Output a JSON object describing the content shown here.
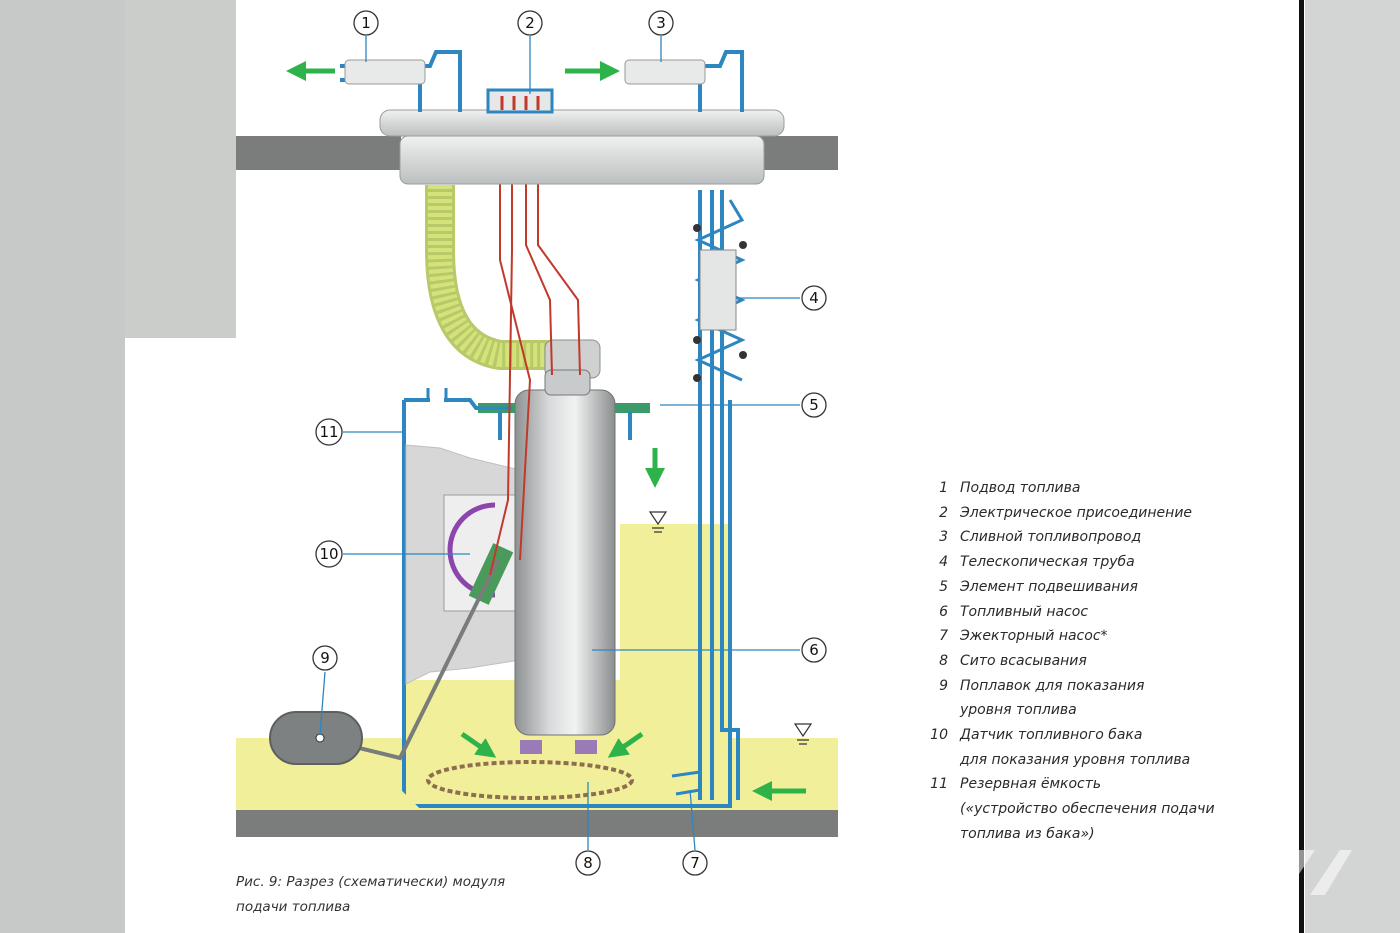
{
  "callouts": [
    "1",
    "2",
    "3",
    "4",
    "5",
    "6",
    "7",
    "8",
    "9",
    "10",
    "11"
  ],
  "legend": [
    {
      "num": "1",
      "lines": [
        "Подвод топлива"
      ]
    },
    {
      "num": "2",
      "lines": [
        "Электрическое присоединение"
      ]
    },
    {
      "num": "3",
      "lines": [
        "Сливной топливопровод"
      ]
    },
    {
      "num": "4",
      "lines": [
        "Телескопическая труба"
      ]
    },
    {
      "num": "5",
      "lines": [
        "Элемент подвешивания"
      ]
    },
    {
      "num": "6",
      "lines": [
        "Топливный насос"
      ]
    },
    {
      "num": "7",
      "lines": [
        "Эжекторный насос*"
      ]
    },
    {
      "num": "8",
      "lines": [
        "Сито всасывания"
      ]
    },
    {
      "num": "9",
      "lines": [
        "Поплавок для показания",
        "уровня топлива"
      ]
    },
    {
      "num": "10",
      "lines": [
        "Датчик топливного бака",
        "для показания уровня топлива"
      ]
    },
    {
      "num": "11",
      "lines": [
        "Резервная ёмкость",
        "(«устройство обеспечения подачи",
        "топлива из бака»)"
      ]
    }
  ],
  "caption": {
    "line1": "Рис. 9: Разрез (схематически) модуля",
    "line2": "подачи топлива"
  },
  "colors": {
    "fuel": "#f2ef9a",
    "pipe_blue": "#2e86c1",
    "arrow_green": "#2eb34a",
    "wire_red": "#c0392b",
    "tank_gray": "#7a7c7b",
    "hose_green": "#d4e27a",
    "sensor_purple": "#8e44ad"
  }
}
